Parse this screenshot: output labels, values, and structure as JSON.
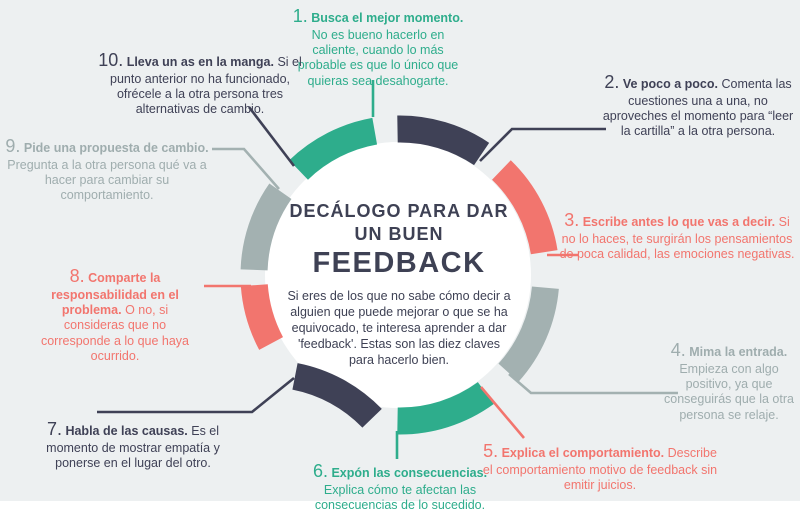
{
  "palette": {
    "teal": "#2ead8c",
    "navy": "#3f4156",
    "salmon": "#f2756e",
    "gray": "#a3b1b1",
    "background": "#edf0f1",
    "circle": "#ffffff"
  },
  "center": {
    "title_line1": "DECÁLOGO PARA DAR",
    "title_line2": "UN BUEN",
    "title_line3": "FEEDBACK",
    "description": "Si eres de los que no sabe cómo decir a alguien que puede mejorar o que se ha equivocado, te interesa aprender a dar 'feedback'. Estas son las diez claves para hacerlo bien."
  },
  "items": [
    {
      "number": "1.",
      "title": "Busca el mejor momento.",
      "body": "No es bueno hacerlo en caliente, cuando lo más probable es que lo único que quieras sea desahogarte.",
      "color": "teal"
    },
    {
      "number": "2.",
      "title": "Ve poco a poco.",
      "body": "Comenta las cuestiones una a una, no aproveches el momento para “leer la cartilla” a la otra persona.",
      "color": "navy"
    },
    {
      "number": "3.",
      "title": "Escribe antes lo que vas a decir.",
      "body": "Si no lo haces, te surgirán los pensamientos de poca calidad, las emociones negativas.",
      "color": "salmon"
    },
    {
      "number": "4.",
      "title": "Mima la entrada.",
      "body": "Empieza con algo positivo, ya que conseguirás que la otra persona se relaje.",
      "color": "gray"
    },
    {
      "number": "5.",
      "title": "Explica el comportamiento.",
      "body": "Describe el comportamiento motivo de feedback sin emitir juicios.",
      "color": "salmon"
    },
    {
      "number": "6.",
      "title": "Expón las consecuencias.",
      "body": "Explica cómo te afectan las consecuencias de lo sucedido.",
      "color": "teal"
    },
    {
      "number": "7.",
      "title": "Habla de las causas.",
      "body": "Es el momento de mostrar empatía y ponerse en el lugar del otro.",
      "color": "navy"
    },
    {
      "number": "8.",
      "title": "Comparte la responsabilidad en el problema.",
      "body": "O no, si consideras que no corresponde a lo que haya ocurrido.",
      "color": "salmon"
    },
    {
      "number": "9.",
      "title": "Pide una propuesta de cambio.",
      "body": "Pregunta a la otra persona qué va a hacer para cambiar su comportamiento.",
      "color": "gray"
    },
    {
      "number": "10.",
      "title": "Lleva un as en la manga.",
      "body": "Si el punto anterior no ha funcionado, ofrécele a la otra persona tres alternativas de cambio.",
      "color": "navy"
    }
  ]
}
